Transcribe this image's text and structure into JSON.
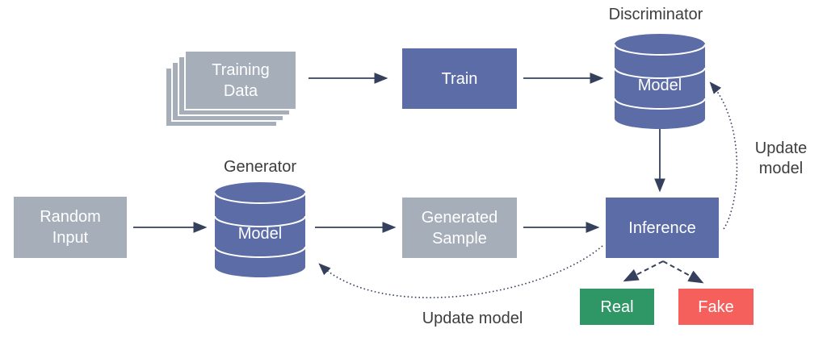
{
  "labels": {
    "discriminator": "Discriminator",
    "generator": "Generator",
    "update_model_right": {
      "line1": "Update",
      "line2": "model"
    },
    "update_model_bottom": "Update model"
  },
  "nodes": {
    "training_data": {
      "line1": "Training",
      "line2": "Data"
    },
    "train": "Train",
    "random_input": {
      "line1": "Random",
      "line2": "Input"
    },
    "generator_model": "Model",
    "discriminator_model": "Model",
    "generated_sample": {
      "line1": "Generated",
      "line2": "Sample"
    },
    "inference": "Inference",
    "real": "Real",
    "fake": "Fake"
  },
  "colors": {
    "accent_blue": "#5b6ca6",
    "box_gray": "#a6aeb9",
    "real_green": "#2f9665",
    "fake_red": "#f5605d",
    "arrow_navy": "#35405c",
    "label_text": "#3d3d3d",
    "box_text": "#ffffff"
  }
}
